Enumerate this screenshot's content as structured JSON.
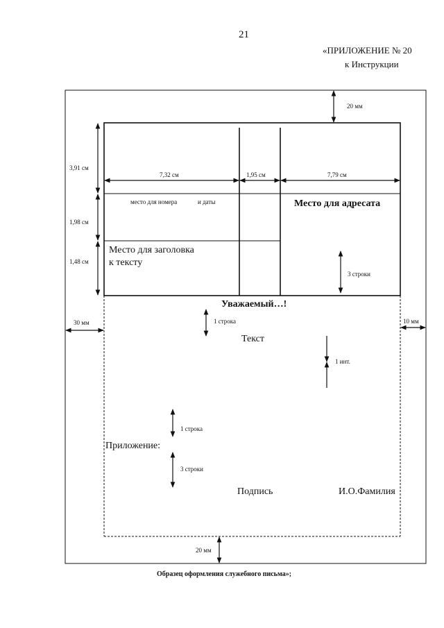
{
  "header": {
    "page_number": "21",
    "appendix_line1": "«ПРИЛОЖЕНИЕ № 20",
    "appendix_line2": "к Инструкции"
  },
  "dimensions": {
    "top_margin": "20 мм",
    "height_top": "3,91 см",
    "height_mid": "1,98 см",
    "height_bottom": "1,48 см",
    "width_left": "7,32 см",
    "width_mid": "1,95 см",
    "width_right": "7,79 см",
    "left_margin": "30 мм",
    "right_margin": "10 мм",
    "bottom_margin": "20 мм"
  },
  "blocks": {
    "number_date_a": "место для номера",
    "number_date_b": "и даты",
    "addressee": "Место для адресата",
    "heading_line1": "Место для заголовка",
    "heading_line2": "к тексту",
    "three_lines_top": "3 строки"
  },
  "body": {
    "greeting": "Уважаемый…!",
    "one_line_top": "1 строка",
    "text": "Текст",
    "one_interval": "1 инт.",
    "one_line_bottom": "1 строка",
    "appendix": "Приложение:",
    "three_lines_bottom": "3 строки",
    "signature": "Подпись",
    "name": "И.О.Фамилия"
  },
  "caption": "Образец оформления служебного письма»;"
}
